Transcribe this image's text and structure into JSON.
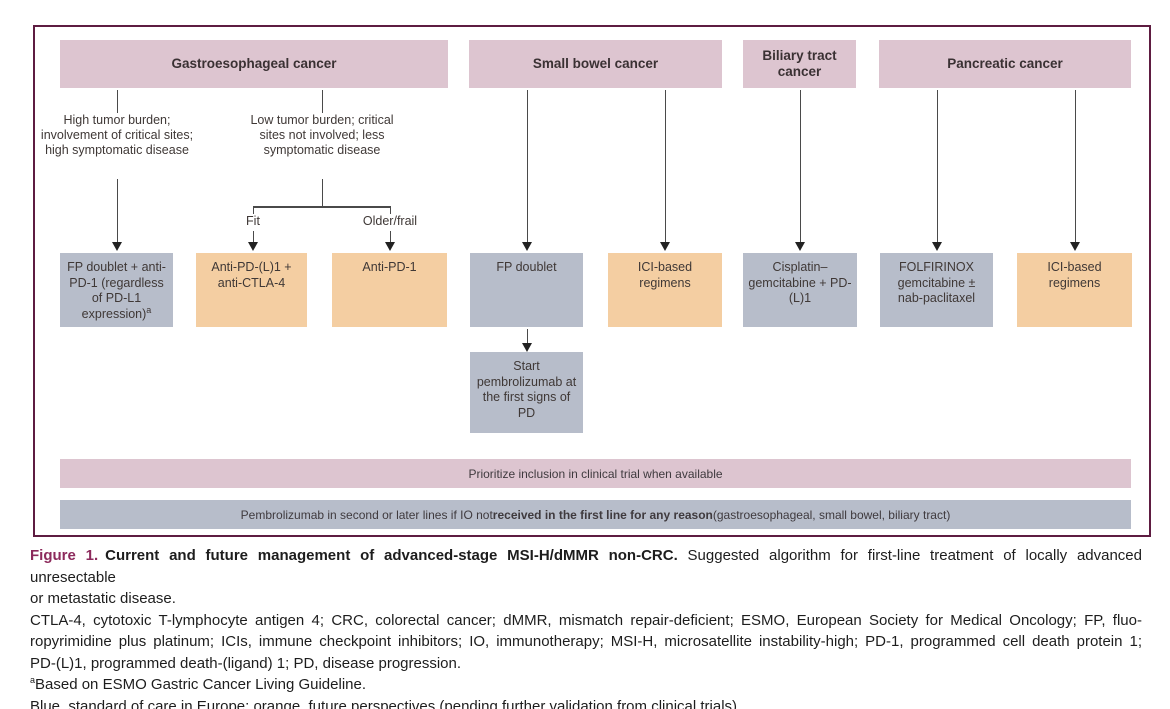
{
  "figure": {
    "headers": {
      "gastro": "Gastroesophageal cancer",
      "small_bowel": "Small bowel cancer",
      "biliary": "Biliary tract cancer",
      "pancreatic": "Pancreatic cancer"
    },
    "conditions": {
      "high_burden": "High tumor burden; involvement of critical sites; high symptomatic disease",
      "low_burden": "Low tumor burden; critical sites not involved; less symptomatic disease",
      "fit": "Fit",
      "older_frail": "Older/frail"
    },
    "treatments": {
      "gastro_high": {
        "text": "FP doublet + anti-PD-1 (regardless of PD-L1 expression)",
        "sup": "a",
        "type": "blue"
      },
      "gastro_fit": {
        "text": "Anti-PD-(L)1 + anti-CTLA-4",
        "type": "orange"
      },
      "gastro_older": {
        "text": "Anti-PD-1",
        "type": "orange"
      },
      "smallbowel_fp": {
        "text": "FP doublet",
        "type": "blue"
      },
      "smallbowel_ici": {
        "text": "ICI-based regimens",
        "type": "orange"
      },
      "biliary_regimen": {
        "text": "Cisplatin–gemcitabine + PD-(L)1",
        "type": "blue"
      },
      "pancreatic_chemo": {
        "text": "FOLFIRINOX gemcitabine ± nab-paclitaxel",
        "type": "blue"
      },
      "pancreatic_ici": {
        "text": "ICI-based regimens",
        "type": "orange"
      },
      "pembrolizumab_pd": {
        "text": "Start pembrolizumab at the first signs of PD",
        "type": "blue"
      }
    },
    "bars": {
      "trial": "Prioritize inclusion in clinical trial when available",
      "pembro_pre": "Pembrolizumab in second or later lines if IO not ",
      "pembro_bold": "received in the first line for any reason",
      "pembro_post": " (gastroesophageal, small bowel, biliary tract)"
    },
    "colors": {
      "standard_of_care_blue": "#b7bdca",
      "future_perspective_orange": "#f4cea2",
      "header_pink": "#ddc5d0",
      "border_plum": "#5e1c41",
      "figure_label_plum": "#8c2a5c"
    }
  },
  "caption": {
    "label": "Figure 1.",
    "title": "Current and future management of advanced-stage MSI-H/dMMR non-CRC.",
    "line1_rest": "Suggested algorithm for first-line treatment of locally advanced unresectable",
    "line2": "or metastatic disease.",
    "line3": "CTLA-4, cytotoxic T-lymphocyte antigen 4; CRC, colorectal cancer; dMMR, mismatch repair-deficient; ESMO, European Society for Medical Oncology; FP, fluo-",
    "line4": "ropyrimidine plus platinum; ICIs, immune checkpoint inhibitors; IO, immunotherapy; MSI-H, microsatellite instability-high; PD-1, programmed cell death protein 1;",
    "line5": "PD-(L)1, programmed death-(ligand) 1; PD, disease progression.",
    "footnote_sup": "a",
    "footnote_text": "Based on ESMO Gastric Cancer Living Guideline.",
    "legend": "Blue, standard of care in Europe; orange, future perspectives (pending further validation from clinical trials)."
  }
}
